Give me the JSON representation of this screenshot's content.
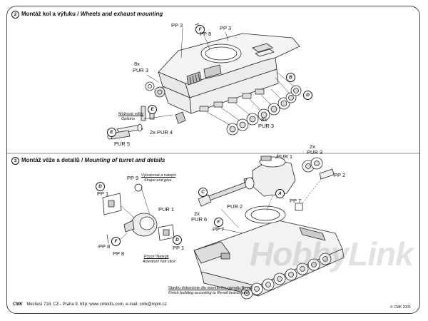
{
  "section1": {
    "number": "2",
    "title_cz": "Montáž kol a výfuku /",
    "title_en": "Wheels and exhaust mounting"
  },
  "section2": {
    "number": "3",
    "title_cz": "Montáž věže a detailů /",
    "title_en": "Mounting of turret and details"
  },
  "labels1": {
    "pp3_a": "PP 3",
    "pp8": "PP 8",
    "pp3_b": "PP 3",
    "qty_8x": "8x",
    "pur3_left": "PUR 3",
    "moznost_cz": "Možnost volby",
    "moznost_en": "Options",
    "qty_2x_pur4": "2x PUR 4",
    "pur5": "PUR 5",
    "qty_8x_b": "8x",
    "pur3_right": "PUR 3"
  },
  "labels2": {
    "pp9": "PP 9",
    "vyvarovat_cz": "Vytvarovat a nalepit",
    "vyvarovat_en": "Shape and glue",
    "pp1_left": "PP 1",
    "pur1_left": "PUR 1",
    "pp8_a": "PP 8",
    "pp8_b": "PP 8",
    "pp1_mid": "PP 1",
    "pozor_cz": "Pozor! Nelepit",
    "pozor_en": "Attention! Not stick",
    "pur1_right": "PUR 1",
    "qty_2x_pur3": "2x",
    "pur3": "PUR 3",
    "pp2": "PP 2",
    "pp7_a": "PP 7",
    "pur2": "PUR 2",
    "qty_2x_pur6": "2x",
    "pur6": "PUR 6",
    "pp7_b": "PP 7",
    "stavbu_cz": "Stavbu dokončete dle stavebního návodu Revell",
    "stavbu_en": "Finish building according to Revell instructions"
  },
  "badges": {
    "f": "F",
    "b": "B",
    "d": "D",
    "e": "E",
    "c": "C",
    "a": "A"
  },
  "footer": {
    "logo": "CMK",
    "address": "Mezilesí 718, CZ - Praha 9,  http: www.cmkkits.com, e-mail: cmk@mpm.cz",
    "copyright": "© CMK 2005"
  },
  "watermark": "HobbyLink Japan"
}
